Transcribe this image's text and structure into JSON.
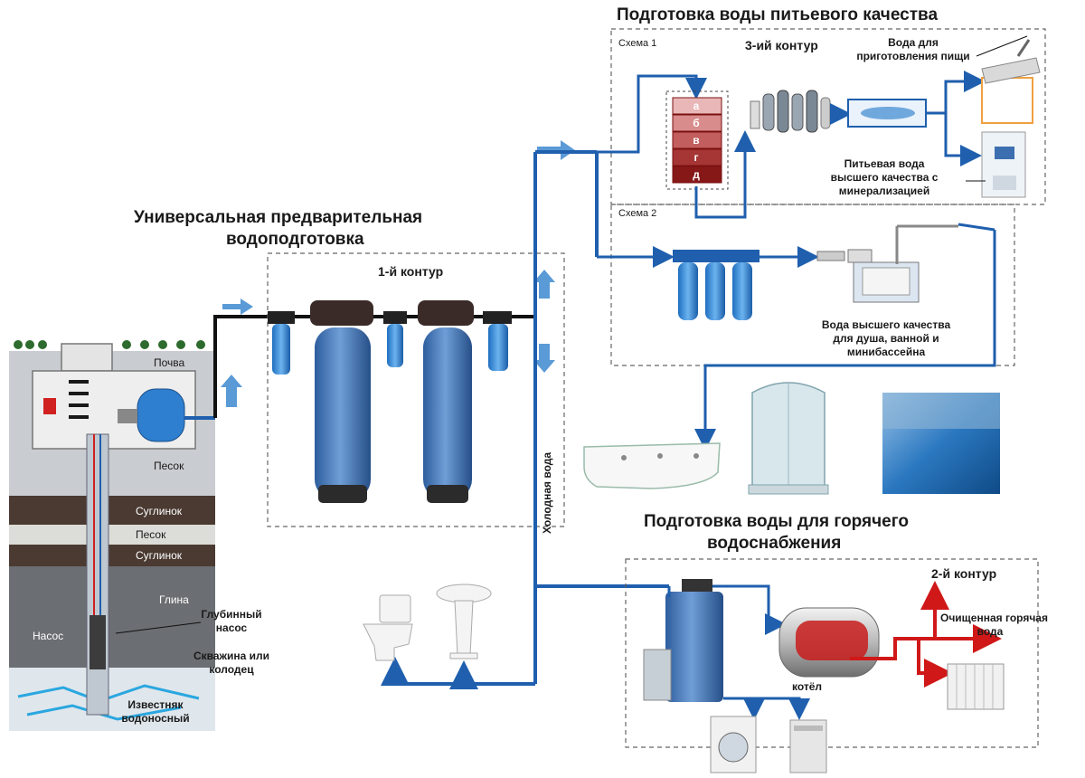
{
  "titles": {
    "drinking": "Подготовка воды питьевого качества",
    "pretreatment_line1": "Универсальная предварительная",
    "pretreatment_line2": "водоподготовка",
    "hot_line1": "Подготовка воды для горячего",
    "hot_line2": "водоснабжения"
  },
  "contours": {
    "c1": "1-й контур",
    "c2": "2-й контур",
    "c3": "3-ий контур"
  },
  "schemes": {
    "s1": "Схема 1",
    "s2": "Схема 2"
  },
  "filter_stages": [
    "а",
    "б",
    "в",
    "г",
    "д"
  ],
  "labels": {
    "food_water_line1": "Вода для",
    "food_water_line2": "приготовления пищи",
    "mineral_line1": "Питьевая вода",
    "mineral_line2": "высшего качества с",
    "mineral_line3": "минерализацией",
    "shower_line1": "Вода высшего качества",
    "shower_line2": "для душа, ванной и",
    "shower_line3": "минибассейна",
    "cold_water": "Холодная вода",
    "hot_clean_line1": "Очищенная горячая",
    "hot_clean_line2": "вода",
    "boiler": "котёл",
    "deep_pump_line1": "Глубинный",
    "deep_pump_line2": "насос",
    "well_line1": "Скважина или",
    "well_line2": "колодец",
    "limestone_line1": "Известняк",
    "limestone_line2": "водоносный",
    "pump": "Насос"
  },
  "soil_layers": {
    "soil": "Почва",
    "sand": "Песок",
    "loam1": "Суглинок",
    "sand2": "Песок",
    "loam2": "Суглинок",
    "clay": "Глина"
  },
  "colors": {
    "pipe_blue": "#1f5fae",
    "pipe_black": "#111111",
    "pipe_red": "#d01818",
    "tank_blue": "#3f73b5",
    "arrow_blue": "#5a9ad6"
  }
}
